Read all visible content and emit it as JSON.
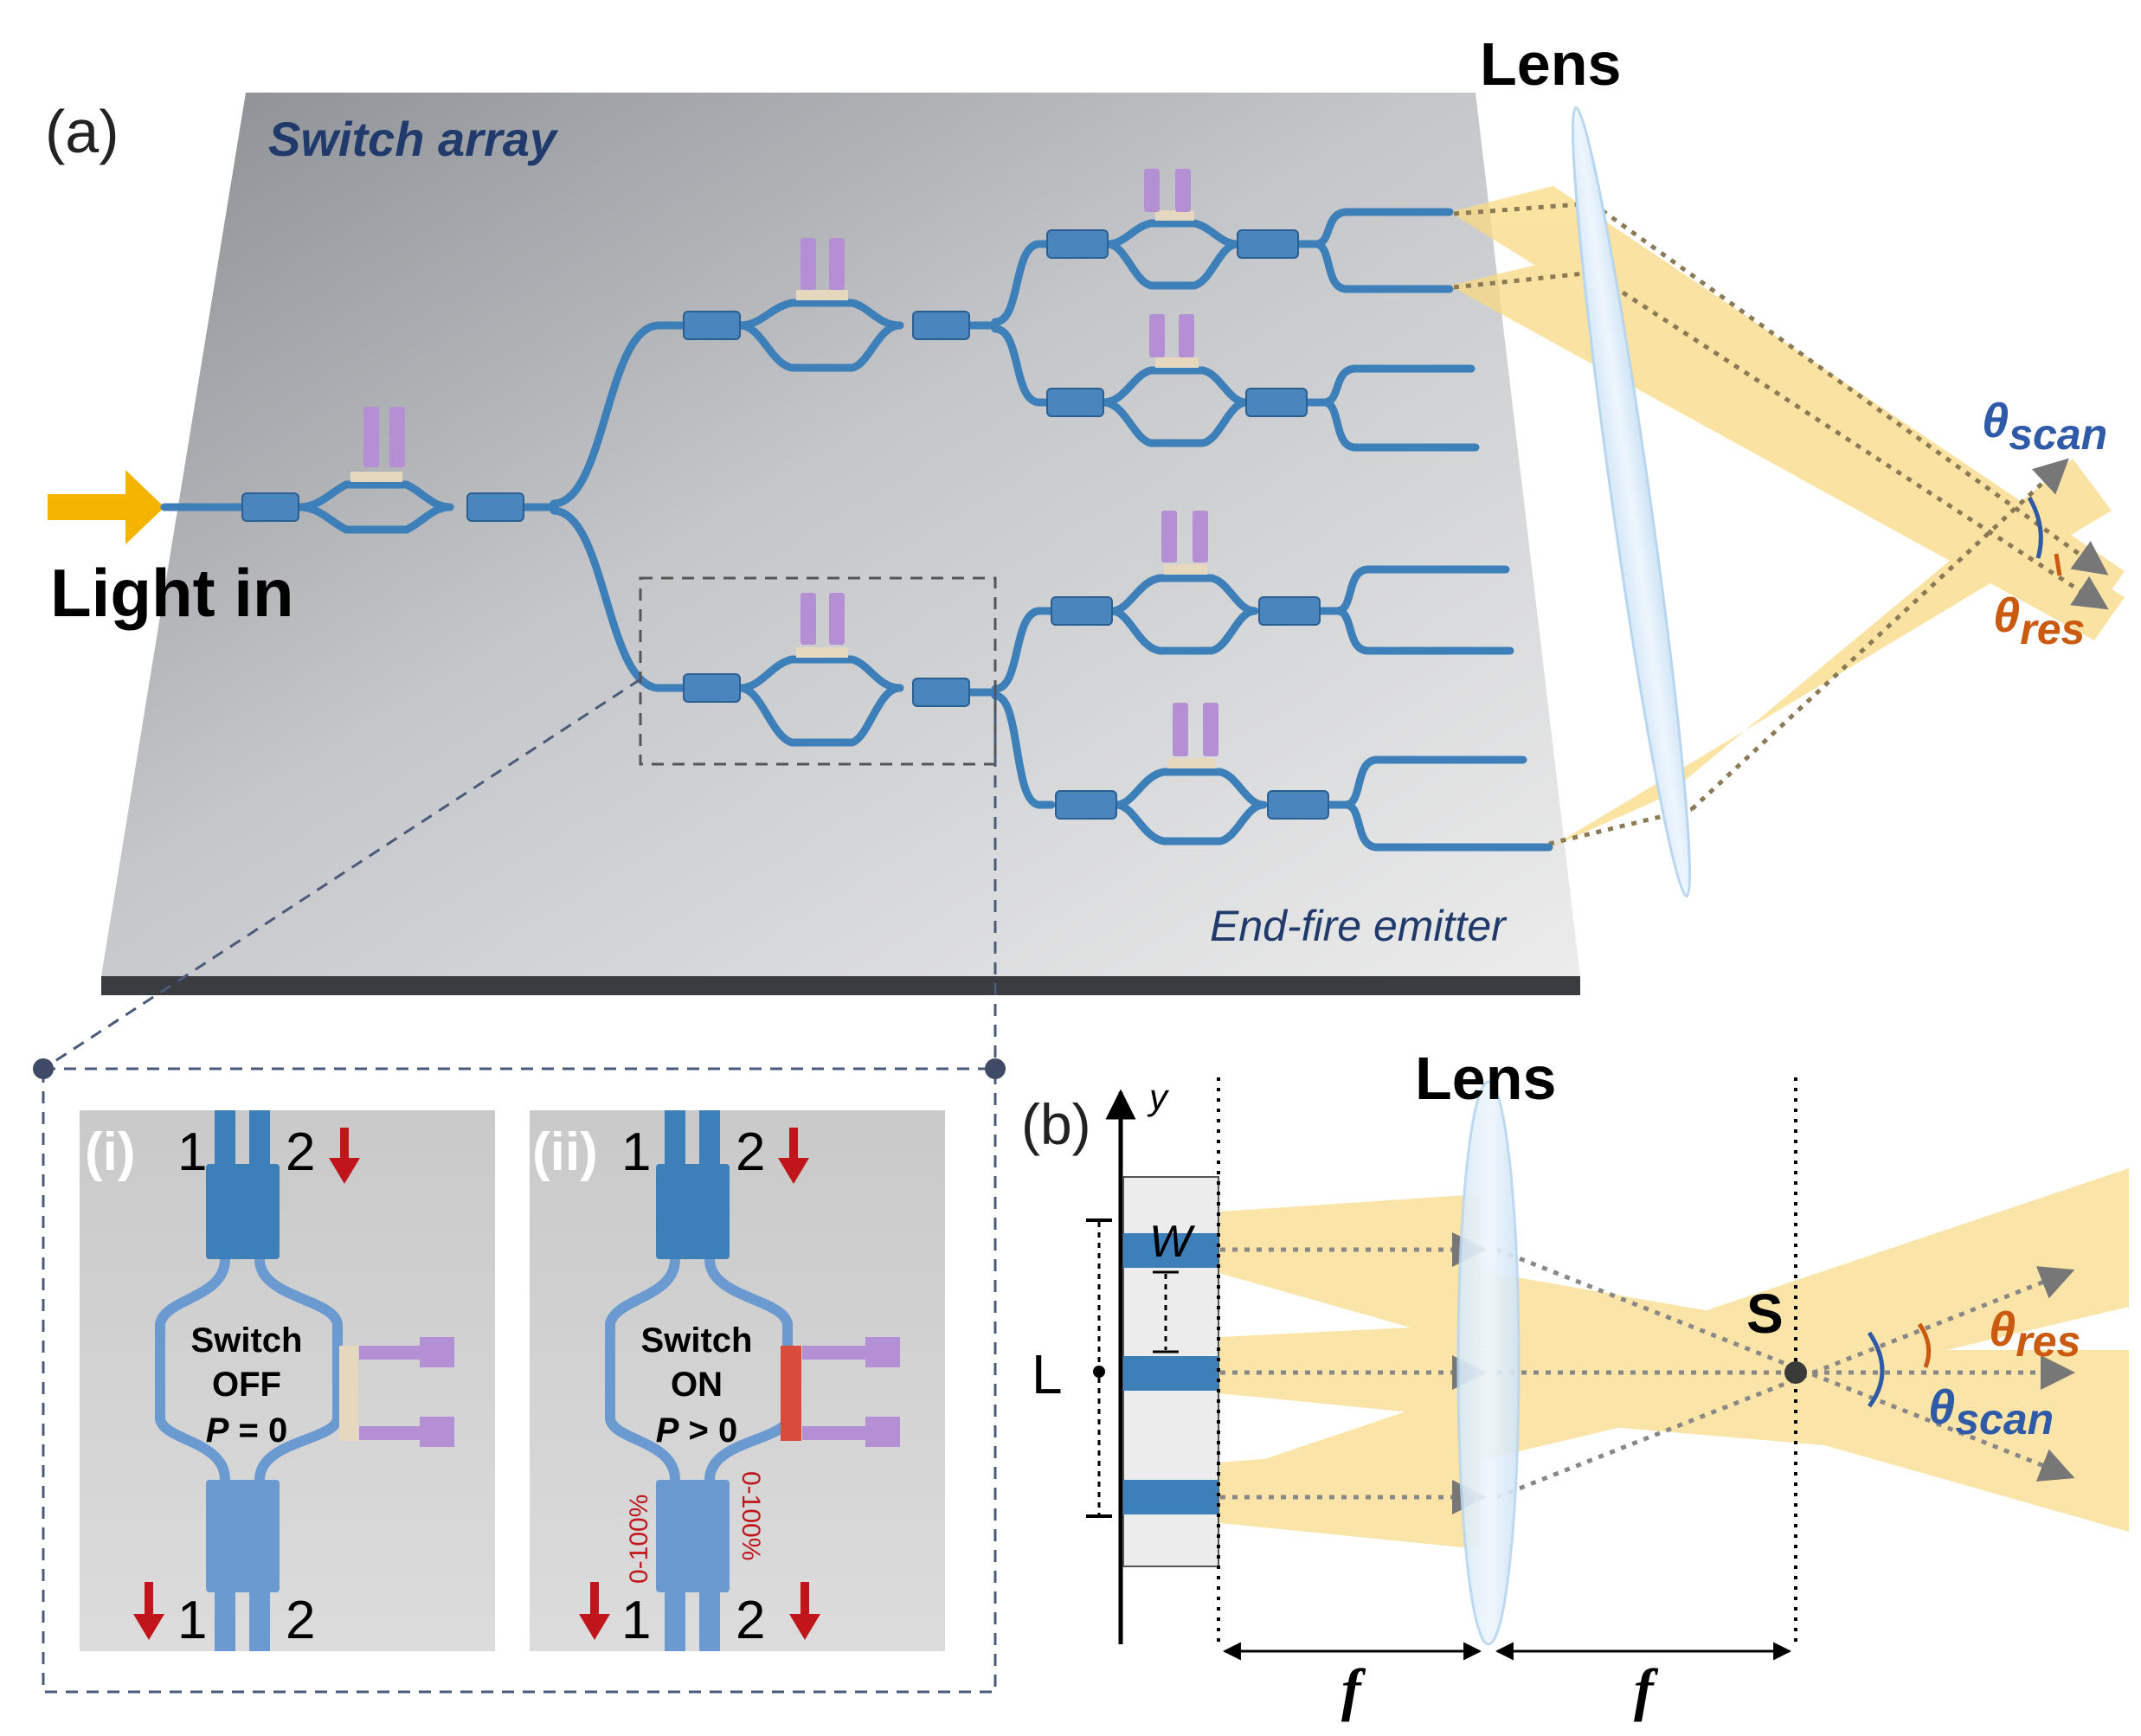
{
  "panel_a": {
    "label": "(a)",
    "chip_title": "Switch array",
    "input_label": "Light in",
    "emitter_label": "End-fire emitter",
    "lens_label": "Lens",
    "theta_scan_symbol": "θ",
    "theta_scan_sub": "scan",
    "theta_res_symbol": "θ",
    "theta_res_sub": "res"
  },
  "inset": {
    "panel_i": {
      "label": "(i)",
      "top_port_1": "1",
      "top_port_2": "2",
      "state_line1": "Switch",
      "state_line2": "OFF",
      "power_var": "P",
      "power_rel": " = 0",
      "bottom_port_1": "1",
      "bottom_port_2": "2"
    },
    "panel_ii": {
      "label": "(ii)",
      "top_port_1": "1",
      "top_port_2": "2",
      "state_line1": "Switch",
      "state_line2": "ON",
      "power_var": "P",
      "power_rel": " > 0",
      "bottom_port_1": "1",
      "bottom_port_2": "2",
      "ratio_left": "0-100%",
      "ratio_right": "0-100%"
    }
  },
  "panel_b": {
    "label": "(b)",
    "y_axis": "y",
    "width_label": "W",
    "pitch_label": "L",
    "lens_label": "Lens",
    "focal_left": "f",
    "focal_right": "f",
    "focus_point": "S",
    "theta_res_symbol": "θ",
    "theta_res_sub": "res",
    "theta_scan_symbol": "θ",
    "theta_scan_sub": "scan"
  },
  "colors": {
    "waveguide": "#3d7fb9",
    "waveguide_dark": "#2a5f92",
    "electrode": "#b58fd3",
    "heater_off": "#e6d8bf",
    "heater_on": "#d94b3b",
    "beam": "#f9d983",
    "arrow_in": "#f4b400",
    "label_navy": "#1f3a6b",
    "scan_blue": "#2e5aa8",
    "res_orange": "#c95a10",
    "down_arrow": "#c0161b"
  }
}
